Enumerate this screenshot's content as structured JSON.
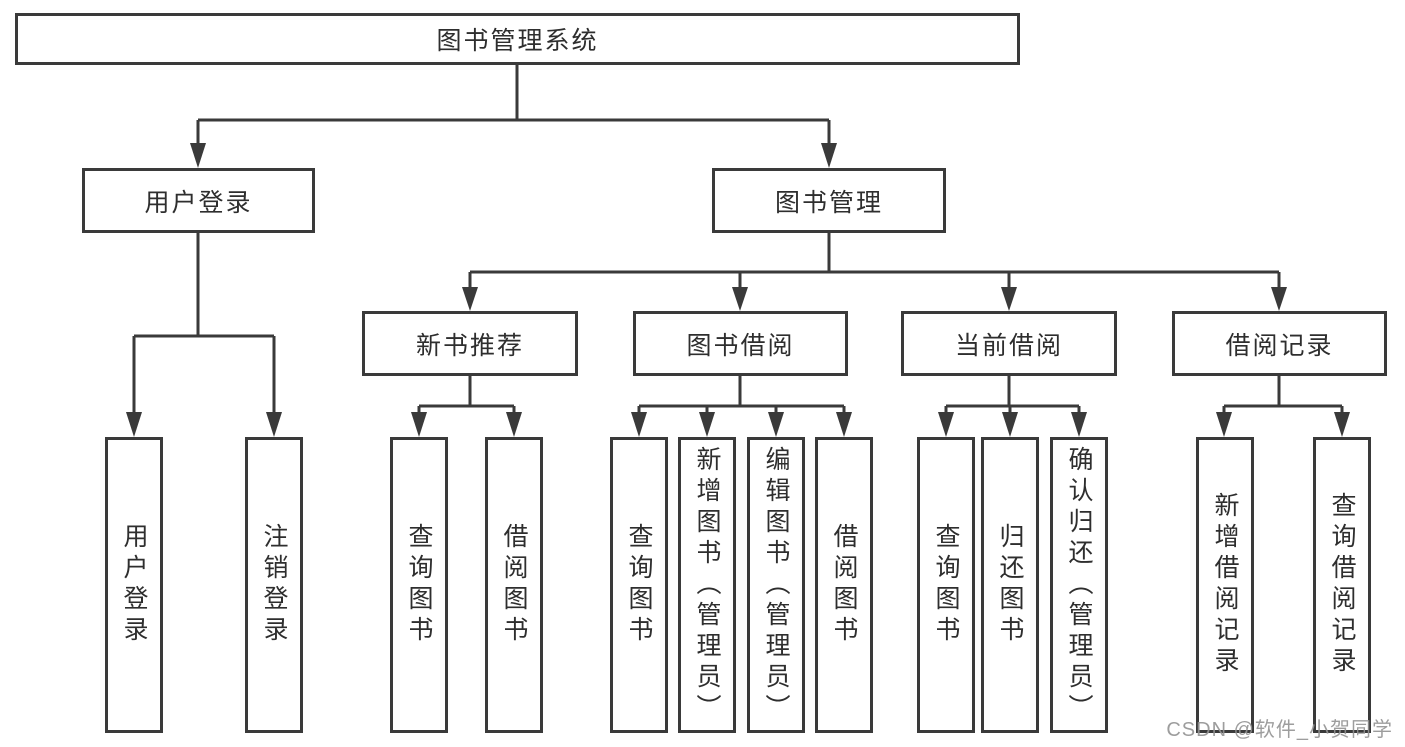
{
  "diagram_title": "图书管理系统",
  "tree": {
    "root": {
      "label": "图书管理系统"
    },
    "children": [
      {
        "label": "用户登录",
        "children": [
          {
            "label": "用户登录"
          },
          {
            "label": "注销登录"
          }
        ]
      },
      {
        "label": "图书管理",
        "children": [
          {
            "label": "新书推荐",
            "children": [
              {
                "label": "查询图书"
              },
              {
                "label": "借阅图书"
              }
            ]
          },
          {
            "label": "图书借阅",
            "children": [
              {
                "label": "查询图书"
              },
              {
                "label": "新增图书（管理员）"
              },
              {
                "label": "编辑图书（管理员）"
              },
              {
                "label": "借阅图书"
              }
            ]
          },
          {
            "label": "当前借阅",
            "children": [
              {
                "label": "查询图书"
              },
              {
                "label": "归还图书"
              },
              {
                "label": "确认归还（管理员）"
              }
            ]
          },
          {
            "label": "借阅记录",
            "children": [
              {
                "label": "新增借阅记录"
              },
              {
                "label": "查询借阅记录"
              }
            ]
          }
        ]
      }
    ]
  },
  "watermark": "CSDN @软件_小贺同学",
  "colors": {
    "line": "#3a3a3a",
    "text": "#2e2e2e",
    "watermark": "#939393",
    "background": "#ffffff"
  }
}
